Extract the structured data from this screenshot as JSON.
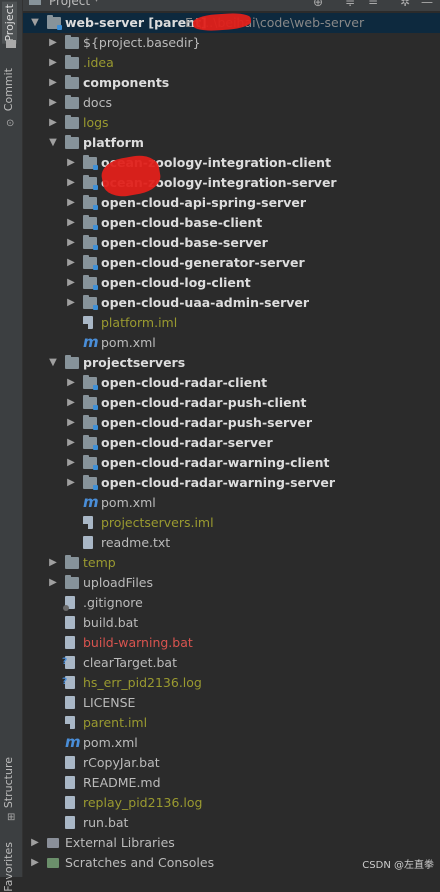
{
  "panel": {
    "title": "Project",
    "side_tabs": [
      "Project",
      "Commit",
      "Structure",
      "Favorites"
    ]
  },
  "tree": [
    {
      "level": 0,
      "arrow": "down",
      "icon": "module",
      "name": "web-server [parent]",
      "suffix": " E:\\...\\beihai\\code\\web-server",
      "style": "bold",
      "selected": true
    },
    {
      "level": 1,
      "arrow": "right",
      "icon": "folder",
      "name": "${project.basedir}",
      "style": "def"
    },
    {
      "level": 1,
      "arrow": "right",
      "icon": "folder",
      "name": ".idea",
      "style": "olive"
    },
    {
      "level": 1,
      "arrow": "right",
      "icon": "folder",
      "name": "components",
      "style": "bold"
    },
    {
      "level": 1,
      "arrow": "right",
      "icon": "folder",
      "name": "docs",
      "style": "def"
    },
    {
      "level": 1,
      "arrow": "right",
      "icon": "folder",
      "name": "logs",
      "style": "olive"
    },
    {
      "level": 1,
      "arrow": "down",
      "icon": "folder",
      "name": "platform",
      "style": "bold"
    },
    {
      "level": 2,
      "arrow": "right",
      "icon": "module",
      "name": "ocean-zoology-integration-client",
      "style": "bold",
      "redact": true
    },
    {
      "level": 2,
      "arrow": "right",
      "icon": "module",
      "name": "ocean-zoology-integration-server",
      "style": "bold",
      "redact": true
    },
    {
      "level": 2,
      "arrow": "right",
      "icon": "module",
      "name": "open-cloud-api-spring-server",
      "style": "bold"
    },
    {
      "level": 2,
      "arrow": "right",
      "icon": "module",
      "name": "open-cloud-base-client",
      "style": "bold"
    },
    {
      "level": 2,
      "arrow": "right",
      "icon": "module",
      "name": "open-cloud-base-server",
      "style": "bold"
    },
    {
      "level": 2,
      "arrow": "right",
      "icon": "module",
      "name": "open-cloud-generator-server",
      "style": "bold"
    },
    {
      "level": 2,
      "arrow": "right",
      "icon": "module",
      "name": "open-cloud-log-client",
      "style": "bold"
    },
    {
      "level": 2,
      "arrow": "right",
      "icon": "module",
      "name": "open-cloud-uaa-admin-server",
      "style": "bold"
    },
    {
      "level": 2,
      "arrow": "none",
      "icon": "iml",
      "name": "platform.iml",
      "style": "olive"
    },
    {
      "level": 2,
      "arrow": "none",
      "icon": "maven",
      "name": "pom.xml",
      "style": "def"
    },
    {
      "level": 1,
      "arrow": "down",
      "icon": "folder",
      "name": "projectservers",
      "style": "bold"
    },
    {
      "level": 2,
      "arrow": "right",
      "icon": "module",
      "name": "open-cloud-radar-client",
      "style": "bold"
    },
    {
      "level": 2,
      "arrow": "right",
      "icon": "module",
      "name": "open-cloud-radar-push-client",
      "style": "bold"
    },
    {
      "level": 2,
      "arrow": "right",
      "icon": "module",
      "name": "open-cloud-radar-push-server",
      "style": "bold"
    },
    {
      "level": 2,
      "arrow": "right",
      "icon": "module",
      "name": "open-cloud-radar-server",
      "style": "bold"
    },
    {
      "level": 2,
      "arrow": "right",
      "icon": "module",
      "name": "open-cloud-radar-warning-client",
      "style": "bold"
    },
    {
      "level": 2,
      "arrow": "right",
      "icon": "module",
      "name": "open-cloud-radar-warning-server",
      "style": "bold"
    },
    {
      "level": 2,
      "arrow": "none",
      "icon": "maven",
      "name": "pom.xml",
      "style": "def"
    },
    {
      "level": 2,
      "arrow": "none",
      "icon": "iml",
      "name": "projectservers.iml",
      "style": "olive"
    },
    {
      "level": 2,
      "arrow": "none",
      "icon": "file",
      "name": "readme.txt",
      "style": "def"
    },
    {
      "level": 1,
      "arrow": "right",
      "icon": "folder",
      "name": "temp",
      "style": "olive"
    },
    {
      "level": 1,
      "arrow": "right",
      "icon": "folder",
      "name": "uploadFiles",
      "style": "def"
    },
    {
      "level": 1,
      "arrow": "none",
      "icon": "git",
      "name": ".gitignore",
      "style": "def"
    },
    {
      "level": 1,
      "arrow": "none",
      "icon": "file",
      "name": "build.bat",
      "style": "def"
    },
    {
      "level": 1,
      "arrow": "none",
      "icon": "file",
      "name": "build-warning.bat",
      "style": "red"
    },
    {
      "level": 1,
      "arrow": "none",
      "icon": "unknown",
      "name": "clearTarget.bat",
      "style": "def"
    },
    {
      "level": 1,
      "arrow": "none",
      "icon": "unknown",
      "name": "hs_err_pid2136.log",
      "style": "olive"
    },
    {
      "level": 1,
      "arrow": "none",
      "icon": "file",
      "name": "LICENSE",
      "style": "def"
    },
    {
      "level": 1,
      "arrow": "none",
      "icon": "iml",
      "name": "parent.iml",
      "style": "olive"
    },
    {
      "level": 1,
      "arrow": "none",
      "icon": "maven",
      "name": "pom.xml",
      "style": "def"
    },
    {
      "level": 1,
      "arrow": "none",
      "icon": "file",
      "name": "rCopyJar.bat",
      "style": "def"
    },
    {
      "level": 1,
      "arrow": "none",
      "icon": "md",
      "name": "README.md",
      "style": "def"
    },
    {
      "level": 1,
      "arrow": "none",
      "icon": "file",
      "name": "replay_pid2136.log",
      "style": "olive"
    },
    {
      "level": 1,
      "arrow": "none",
      "icon": "file",
      "name": "run.bat",
      "style": "def"
    },
    {
      "level": 0,
      "arrow": "right",
      "icon": "library",
      "name": "External Libraries",
      "style": "def"
    },
    {
      "level": 0,
      "arrow": "right",
      "icon": "scratch",
      "name": "Scratches and Consoles",
      "style": "def"
    }
  ],
  "watermark": "CSDN @左直拳"
}
